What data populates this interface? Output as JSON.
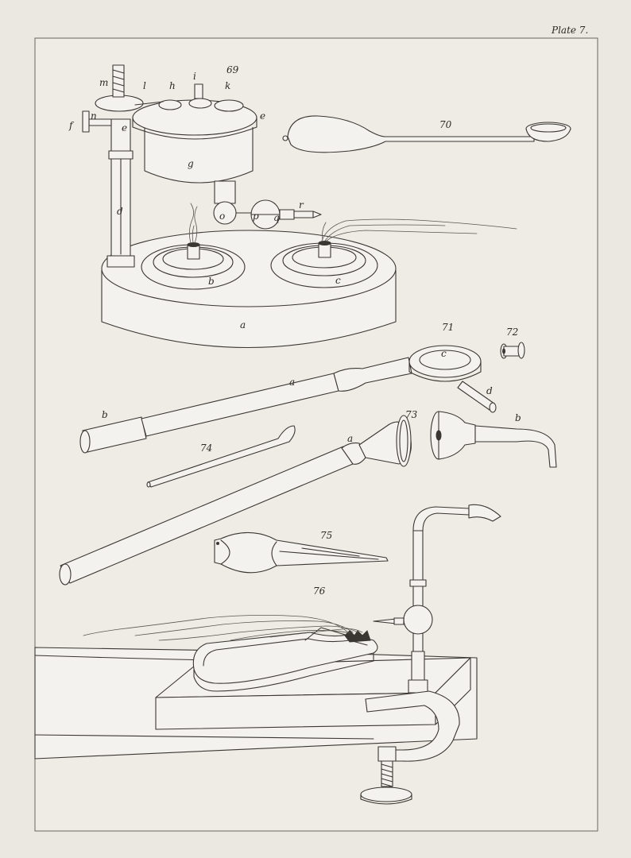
{
  "plate_title": "Plate 7.",
  "figures": {
    "fig69": {
      "number": "69",
      "labels": {
        "m": "m",
        "l": "l",
        "h": "h",
        "i": "i",
        "k": "k",
        "f": "f",
        "n": "n",
        "e_left": "e",
        "e_right": "e",
        "g": "g",
        "d": "d",
        "o": "o",
        "p": "p",
        "q": "q",
        "r": "r",
        "b": "b",
        "c": "c",
        "a": "a"
      }
    },
    "fig70": {
      "number": "70"
    },
    "fig71": {
      "number": "71",
      "labels": {
        "c": "c",
        "a": "a",
        "b": "b",
        "d": "d"
      }
    },
    "fig72": {
      "number": "72"
    },
    "fig73": {
      "number": "73",
      "labels": {
        "a": "a",
        "b": "b"
      }
    },
    "fig74": {
      "number": "74"
    },
    "fig75": {
      "number": "75"
    },
    "fig76": {
      "number": "76"
    }
  }
}
